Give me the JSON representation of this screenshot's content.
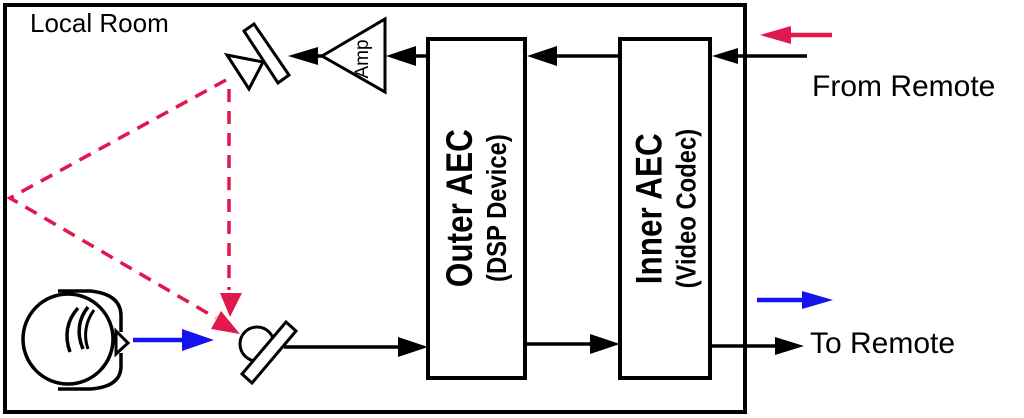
{
  "diagram": {
    "room_label": "Local Room",
    "amp_label": "Amp",
    "from_remote_label": "From Remote",
    "to_remote_label": "To Remote",
    "outer_aec": {
      "title": "Outer AEC",
      "subtitle": "(DSP Device)"
    },
    "inner_aec": {
      "title": "Inner AEC",
      "subtitle": "(Video Codec)"
    },
    "colors": {
      "echo_red": "#e1184c",
      "speech_blue": "#1414f0",
      "signal_black": "#000000"
    },
    "icons": {
      "loudspeaker": "loudspeaker-icon",
      "amplifier": "amp-triangle-icon",
      "microphone": "microphone-icon",
      "talker": "person-head-top-view-icon"
    }
  }
}
